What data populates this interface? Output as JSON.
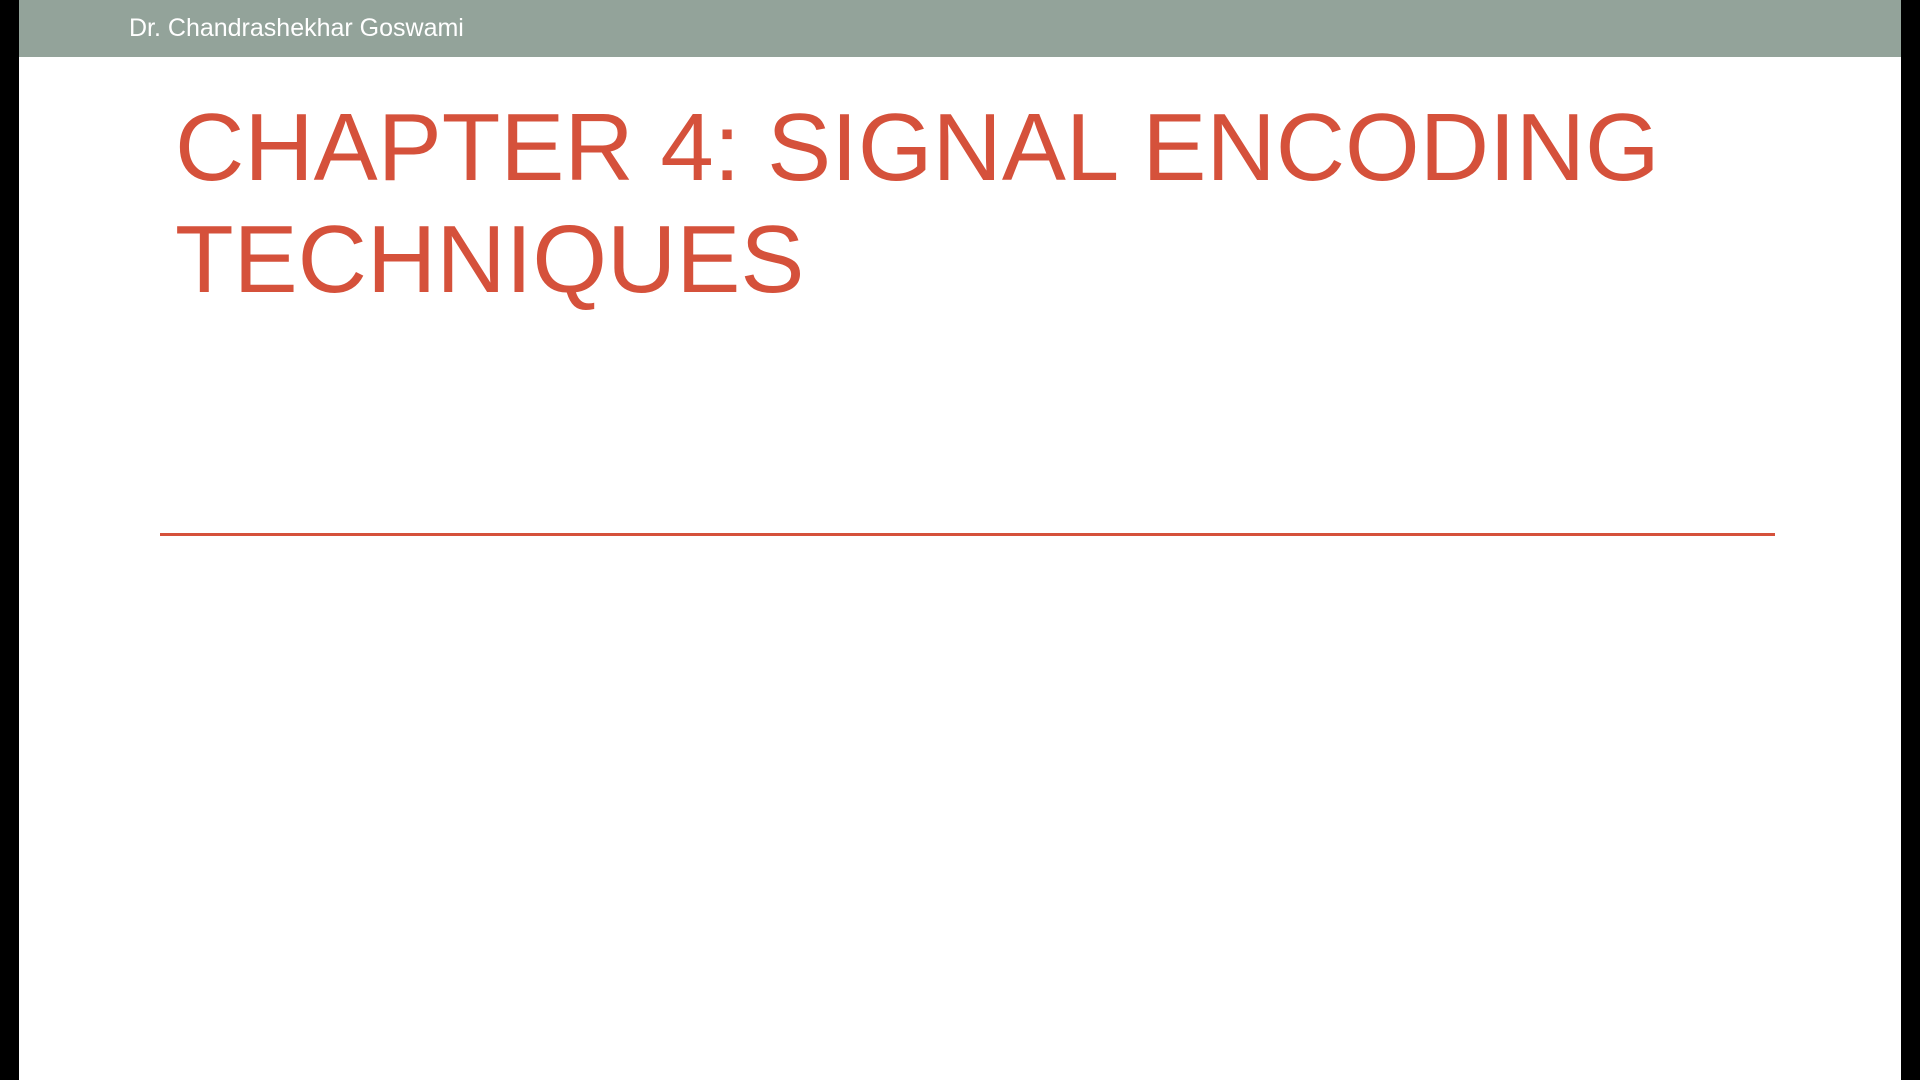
{
  "slide": {
    "author": "Dr. Chandrashekhar Goswami",
    "title_line1": "CHAPTER 4: SIGNAL ENCODING",
    "title_line2": "TECHNIQUES"
  },
  "colors": {
    "header_bar": "#93a39a",
    "title": "#d5513b",
    "divider": "#d5513b",
    "background": "#ffffff",
    "outer_frame": "#000000"
  }
}
